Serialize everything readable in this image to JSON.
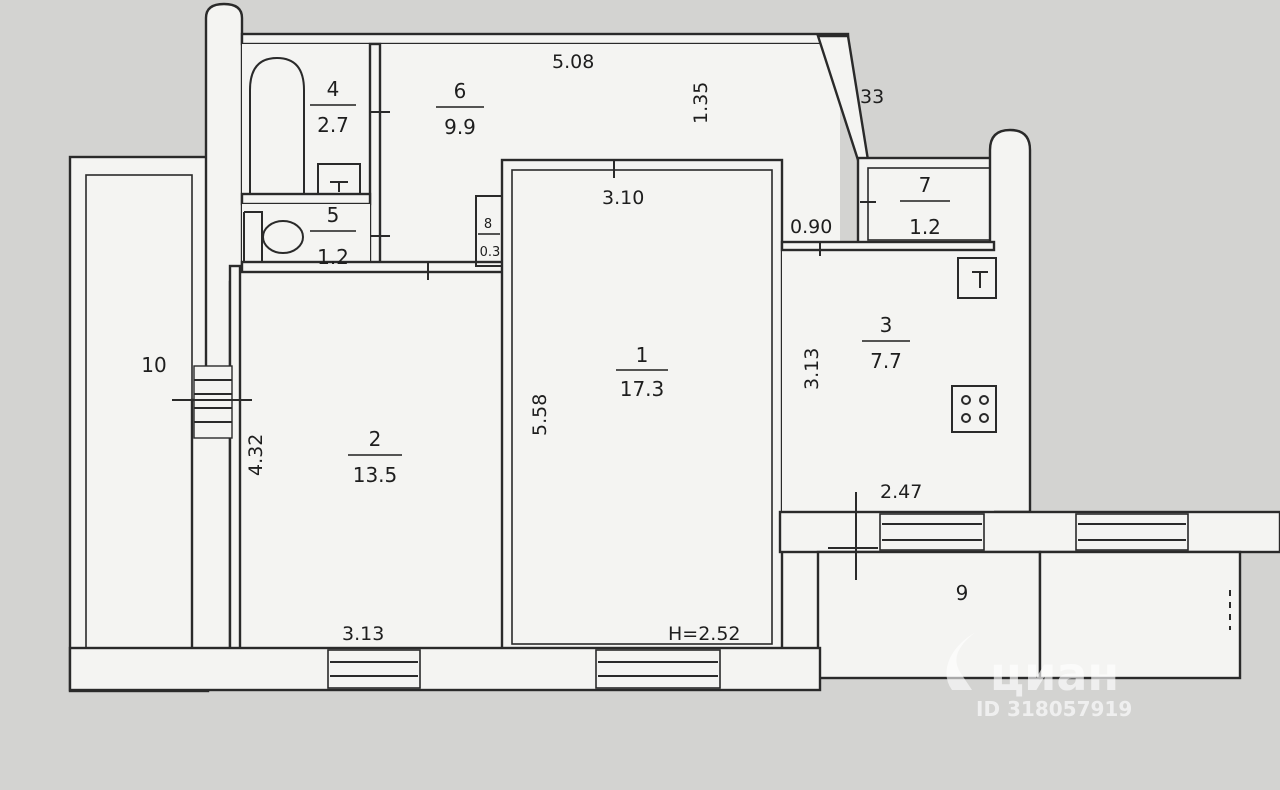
{
  "rooms": [
    {
      "id": "1",
      "number": "1",
      "area": "17.3"
    },
    {
      "id": "2",
      "number": "2",
      "area": "13.5"
    },
    {
      "id": "3",
      "number": "3",
      "area": "7.7"
    },
    {
      "id": "4",
      "number": "4",
      "area": "2.7"
    },
    {
      "id": "5",
      "number": "5",
      "area": "1.2"
    },
    {
      "id": "6",
      "number": "6",
      "area": "9.9"
    },
    {
      "id": "7",
      "number": "7",
      "area": "1.2"
    },
    {
      "id": "8",
      "number": "8",
      "area": "0.3"
    },
    {
      "id": "9",
      "number": "9"
    },
    {
      "id": "10",
      "number": "10"
    }
  ],
  "dimensions": {
    "top_width": "5.08",
    "hall_depth": "1.35",
    "diag": "33",
    "room1_width": "3.10",
    "corridor_width": "0.90",
    "room1_length": "5.58",
    "room2_depth": "4.32",
    "room2_width": "3.13",
    "kitchen_depth": "3.13",
    "kitchen_width": "2.47",
    "ceiling_height": "H=2.52"
  },
  "watermark": {
    "brand": "циан",
    "id_text": "ID 318057919"
  }
}
